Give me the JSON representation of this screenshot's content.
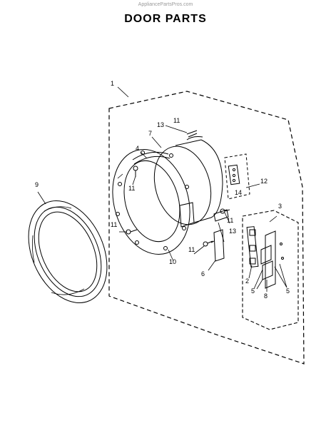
{
  "header": {
    "watermark": "AppliancePartsPros.com",
    "title": "DOOR PARTS"
  },
  "callouts": {
    "c1": "1",
    "c2": "2",
    "c3": "3",
    "c4": "4",
    "c5a": "5",
    "c5b": "5",
    "c6": "6",
    "c7": "7",
    "c8": "8",
    "c9": "9",
    "c10": "10",
    "c11a": "11",
    "c11b": "11",
    "c11c": "11",
    "c11d": "11",
    "c11e": "11",
    "c12": "12",
    "c13a": "13",
    "c13b": "13",
    "c14": "14"
  }
}
